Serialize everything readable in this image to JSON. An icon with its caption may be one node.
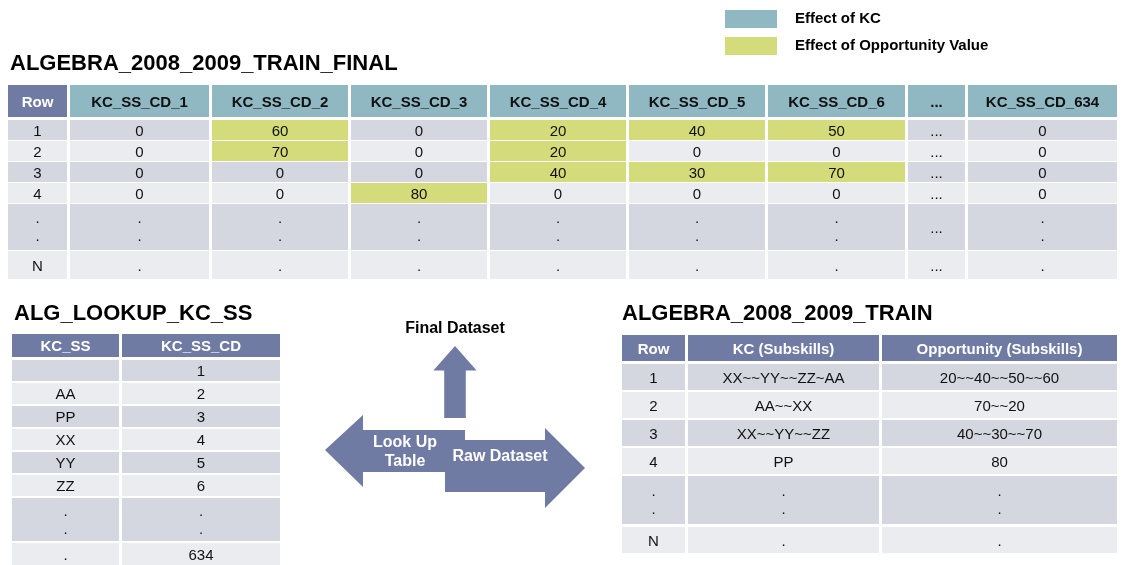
{
  "diagram": {
    "nodes": [
      {
        "text": [
          "Final Dataset"
        ]
      },
      {
        "text": [
          "Look Up Table"
        ]
      },
      {
        "text": [
          "Raw Dataset"
        ]
      }
    ],
    "labels": [
      "ALGEBRA_2008_2009_TRAIN_FINAL",
      "Row",
      "KC_SS_CD_1",
      "KC_SS_CD_2",
      "KC_SS_CD_3",
      "KC_SS_CD_4",
      "KC_SS_CD_5",
      "KC_SS_CD_6",
      "...",
      "KC_SS_CD_634",
      "1",
      "0",
      "60",
      "0",
      "20",
      "40",
      "50",
      "...",
      "0",
      "2",
      "0",
      "70",
      "0",
      "20",
      "0",
      "0",
      "...",
      "0",
      "3",
      "0",
      "0",
      "0",
      "40",
      "30",
      "70",
      "...",
      "0",
      "4",
      "0",
      "0",
      "80",
      "0",
      "0",
      "0",
      "...",
      "0",
      ". .",
      ". .",
      ". .",
      ". .",
      ". .",
      ". .",
      ". .",
      "...",
      ". .",
      "N",
      ".",
      ".",
      ".",
      ".",
      ".",
      ".",
      "...",
      ".",
      "ALG_LOOKUP_KC_SS",
      "KC_SS",
      "KC_SS_CD",
      "1",
      "AA",
      "2",
      "PP",
      "3",
      "XX",
      "4",
      "YY",
      "5",
      "ZZ",
      "6",
      ". .",
      ". .",
      ".",
      "634",
      "ALGEBRA_2008_2009_TRAIN",
      "Row",
      "KC (Subskills)",
      "Opportunity (Subskills)",
      "1",
      "XX~~YY~~ZZ~AA",
      "20~~40~~50~~60",
      "2",
      "AA~~XX",
      "70~~20",
      "3",
      "XX~~YY~~ZZ",
      "40~~30~~70",
      "4",
      "PP",
      "80",
      ". .",
      ". .",
      ". .",
      "N",
      ".",
      "."
    ],
    "legend": [
      {
        "text": "Effect of KC",
        "color": "#8fb8c2"
      },
      {
        "text": "Effect of Opportunity Value",
        "color": "#d4db7a"
      }
    ]
  }
}
